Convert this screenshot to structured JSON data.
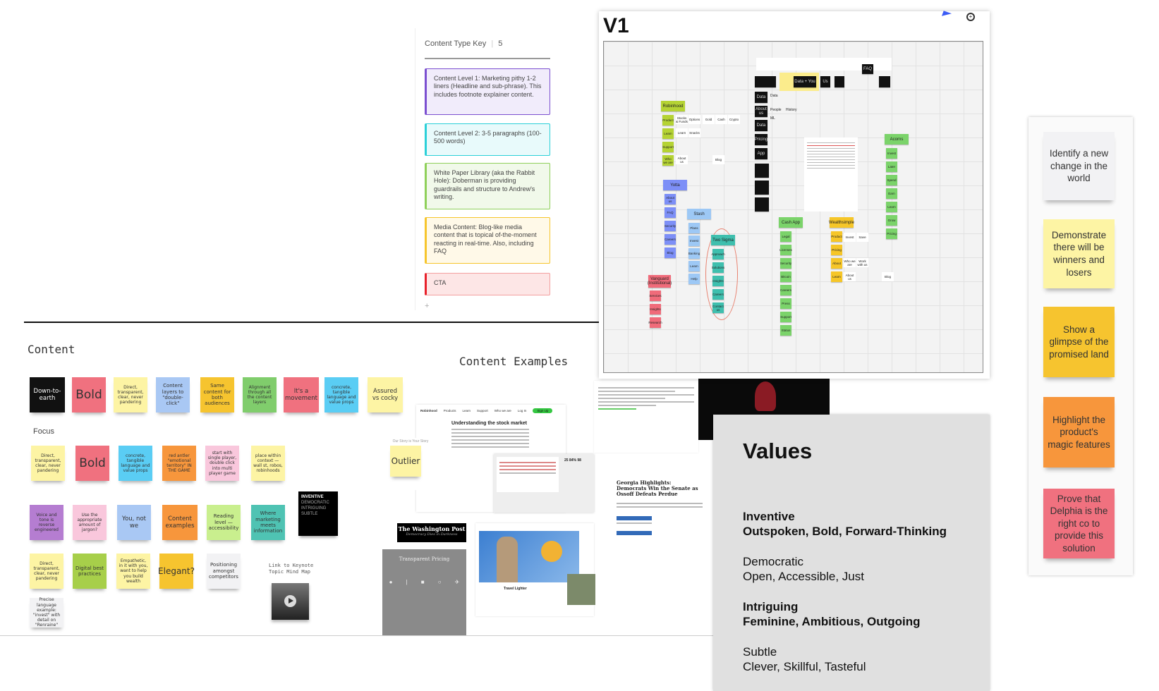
{
  "content_type_key": {
    "title": "Content Type Key",
    "count": "5",
    "items": [
      {
        "text": "Content Level 1: Marketing pithy 1-2 liners (Headline and sub-phrase). This includes footnote explainer content.",
        "border": "#7b4fd0",
        "bg": "#f1ecfb"
      },
      {
        "text": "Content Level 2: 3-5 paragraphs (100-500 words)",
        "border": "#2bd0d8",
        "bg": "#e8fafb"
      },
      {
        "text": "White Paper Library (aka the Rabbit Hole): Doberman is providing guardrails and structure to Andrew's writing.",
        "border": "#8fd05a",
        "bg": "#f1f9ea"
      },
      {
        "text": "Media Content: Blog-like media content that is topical of-the-moment reacting in real-time. Also, including FAQ",
        "border": "#f6c52c",
        "bg": "#fff9e8"
      },
      {
        "text": "CTA",
        "border": "#e8202a",
        "bg": "#fde6e6"
      }
    ],
    "add": "+"
  },
  "content": {
    "heading": "Content",
    "focus_label": "Focus",
    "rows": [
      [
        {
          "text": "Down-to-earth",
          "color": "#111111",
          "fg": "#ffffff"
        },
        {
          "text": "Bold",
          "color": "#f0717f"
        },
        {
          "text": "Direct, transparent, clear, never pandering",
          "color": "#fdf4a4"
        },
        {
          "text": "Content layers to \"double-click\"",
          "color": "#a9c8f4"
        },
        {
          "text": "Same content for both audiences",
          "color": "#f6c42f"
        },
        {
          "text": "Alignment through all the content layers",
          "color": "#80cd6c"
        },
        {
          "text": "It's a movement",
          "color": "#f0717f"
        },
        {
          "text": "concrete, tangible language and value props",
          "color": "#5acdf4"
        },
        {
          "text": "Assured vs cocky",
          "color": "#fdf4a4"
        }
      ],
      [
        {
          "text": "Direct, transparent, clear, never pandering",
          "color": "#fdf4a4"
        },
        {
          "text": "Bold",
          "color": "#f0717f"
        },
        {
          "text": "concrete, tangible language and value props",
          "color": "#5acdf4"
        },
        {
          "text": "red antler \"emotional territory\" IN THE GAME",
          "color": "#f7963c"
        },
        {
          "text": "start with single player, double click into multi player game",
          "color": "#f9c7dc"
        },
        {
          "text": "place within context — wall st, robos, robinhoods",
          "color": "#fdf4a4"
        }
      ],
      [
        {
          "text": "Voice and tone is reverse engineered",
          "color": "#b57dd1"
        },
        {
          "text": "Use the appropriate amount of jargon?",
          "color": "#f9c7dc"
        },
        {
          "text": "You, not we",
          "color": "#a9c8f4"
        },
        {
          "text": "Content examples",
          "color": "#f7963c"
        },
        {
          "text": "Reading level — accessibility",
          "color": "#c9ef8e"
        },
        {
          "text": "Where marketing meets information",
          "color": "#4fc3b3"
        }
      ],
      [
        {
          "text": "Direct, transparent, clear, never pandering",
          "color": "#fdf4a4"
        },
        {
          "text": "Digital best practices",
          "color": "#a7cf4a"
        },
        {
          "text": "Empathetic, in it with you, want to help you build wealth",
          "color": "#fdf4a4"
        },
        {
          "text": "Elegant?",
          "color": "#f6c42f"
        },
        {
          "text": "Positioning amongst competitors",
          "color": "#f2f2f4"
        }
      ],
      [
        {
          "text": "Precise language example: \"invest\" with detail on \"Renraine\"",
          "color": "#f2f2f4"
        }
      ]
    ],
    "values_card": [
      "INVENTIVE",
      "DEMOCRATIC",
      "INTRIGUING",
      "SUBTLE"
    ],
    "keynote_link": "Link to Keynote Topic Mind Map"
  },
  "content_examples": {
    "heading": "Content Examples",
    "robinhood_nav": [
      "Robinhood",
      "Products",
      "Learn",
      "Support",
      "Who we are",
      "Log In",
      "Sign Up"
    ],
    "article_title": "Understanding the stock market",
    "story_title": "Our Story is Your Story",
    "outlier": "Outlier",
    "wapo_title": "The Washington Post",
    "wapo_tagline": "Democracy Dies in Darkness",
    "pricing_title": "Transparent Pricing",
    "illustration_caption": "Travel Lighter",
    "georgia_title": "Georgia Highlights: Democrats Win the Senate as Ossoff Defeats Perdue",
    "stats": "25 84% 98"
  },
  "v1": {
    "title": "V1",
    "toolbar": [
      "cursor-icon",
      "zoom-add-icon"
    ],
    "accent": "#3b5bf5",
    "top_nav": [
      "Data + You",
      "Us",
      "FAQ"
    ],
    "left_col": [
      "Data",
      "About us",
      "Data",
      "Pricing",
      "App"
    ],
    "left_labels": [
      "Data",
      "People",
      "History",
      "ML"
    ],
    "groups": [
      {
        "name": "Robinhood",
        "color": "#b5d334",
        "items": [
          "Product",
          "Learn",
          "Support",
          "Who we are"
        ],
        "extras": [
          "Stocks & Funds",
          "Options",
          "Gold",
          "Cash",
          "Crypto",
          "Learn",
          "Snacks",
          "About us",
          "Blog"
        ]
      },
      {
        "name": "Yotta",
        "color": "#7d8ff7",
        "items": [
          "About us",
          "FAQ",
          "Security",
          "Careers",
          "Blog"
        ]
      },
      {
        "name": "Stash",
        "color": "#9dc8f5",
        "items": [
          "Plans",
          "Invest",
          "Banking",
          "Learn",
          "Help"
        ]
      },
      {
        "name": "Two Sigma",
        "color": "#3fbfae",
        "items": [
          "Approach",
          "Solutions",
          "Insights",
          "Careers",
          "Contact us"
        ]
      },
      {
        "name": "Vanguard (Institutional)",
        "color": "#f06b7a",
        "items": [
          "Services",
          "Insights",
          "Research"
        ]
      },
      {
        "name": "Cash App",
        "color": "#7bd36a",
        "items": [
          "Legal",
          "Licenses",
          "Security",
          "Bitcoin",
          "Careers",
          "Press",
          "Support",
          "Status"
        ]
      },
      {
        "name": "Wealthsimple",
        "color": "#f6c628",
        "items": [
          "Product",
          "Pricing",
          "About",
          "Learn"
        ],
        "extras": [
          "Invest",
          "Save",
          "Who we are",
          "Work with us",
          "About us",
          "Blog"
        ]
      },
      {
        "name": "Acorns",
        "color": "#7bd36a",
        "items": [
          "Invest",
          "Later",
          "Spend",
          "Earn",
          "Learn",
          "Grow",
          "Pricing"
        ]
      }
    ]
  },
  "values": {
    "title": "Values",
    "groups": [
      {
        "name": "Inventive",
        "traits": "Outspoken, Bold, Forward-Thinking",
        "bold": true
      },
      {
        "name": "Democratic",
        "traits": "Open, Accessible, Just",
        "bold": false
      },
      {
        "name": "Intriguing",
        "traits": "Feminine, Ambitious, Outgoing",
        "bold": true
      },
      {
        "name": "Subtle",
        "traits": "Clever, Skillful, Tasteful",
        "bold": false
      }
    ]
  },
  "goals": [
    {
      "text": "Identify a new change in the world",
      "color": "#f2f2f4"
    },
    {
      "text": "Demonstrate there will be winners and losers",
      "color": "#fdf4a4"
    },
    {
      "text": "Show a glimpse of the promised land",
      "color": "#f6c42f"
    },
    {
      "text": "Highlight the product's magic features",
      "color": "#f7963c"
    },
    {
      "text": "Prove that Delphia is the right co to provide this solution",
      "color": "#f0717f"
    }
  ]
}
